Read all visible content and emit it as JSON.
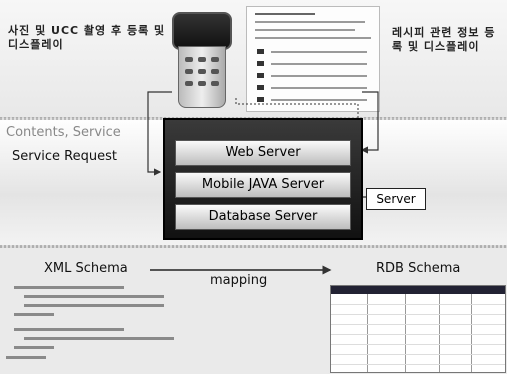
{
  "top": {
    "left_caption": "사진 및 UCC 촬영 후 등록 및 디스플레이",
    "right_caption": "레시피 관련 정보 등록 및 디스플레이"
  },
  "middle": {
    "service_label": "Contents, Service",
    "request_label": "Service Request",
    "tiers": [
      "Web Server",
      "Mobile JAVA Server",
      "Database Server"
    ],
    "server_label": "Server"
  },
  "bottom": {
    "xml_label": "XML Schema",
    "mapping_label": "mapping",
    "rdb_label": "RDB Schema"
  }
}
